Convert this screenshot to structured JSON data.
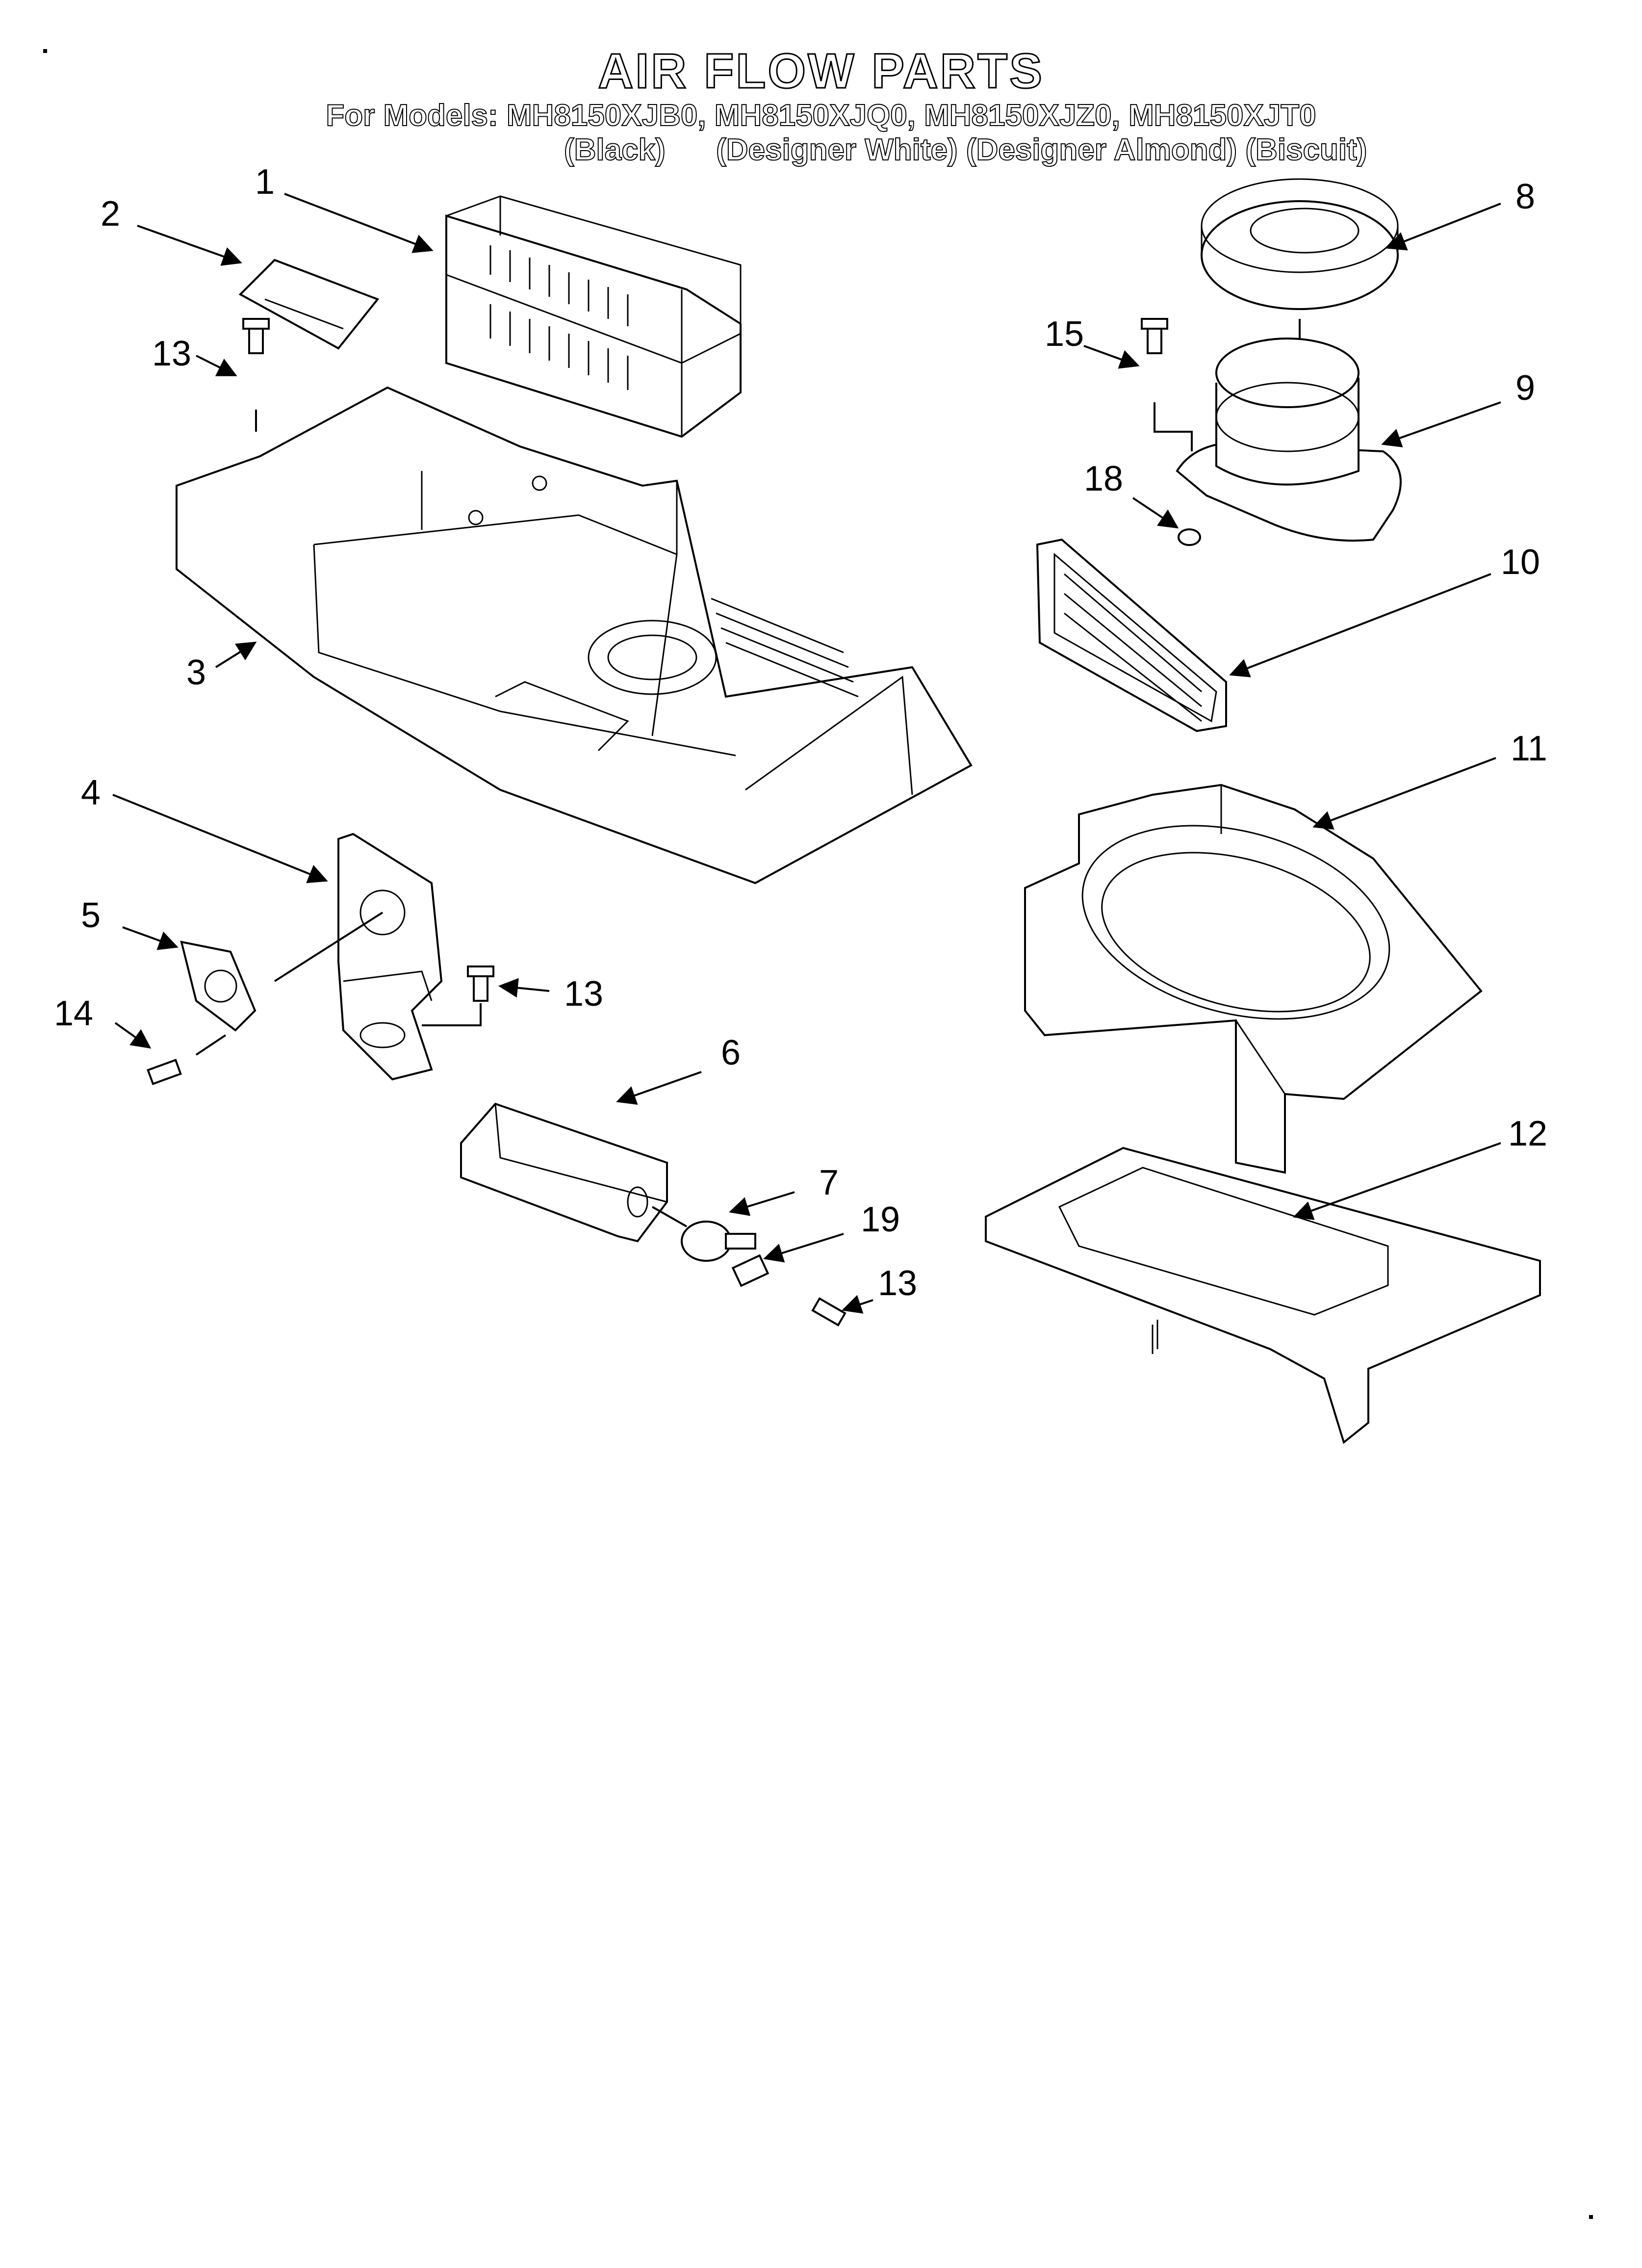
{
  "header": {
    "title": "AIR FLOW PARTS",
    "models": "For Models: MH8150XJB0, MH8150XJQ0, MH8150XJZ0, MH8150XJT0",
    "variants": "(Black)      (Designer White) (Designer Almond) (Biscuit)"
  },
  "callouts": {
    "c1": "1",
    "c2": "2",
    "c3": "3",
    "c4": "4",
    "c5": "5",
    "c6": "6",
    "c7": "7",
    "c8": "8",
    "c9": "9",
    "c10": "10",
    "c11": "11",
    "c12": "12",
    "c13a": "13",
    "c13b": "13",
    "c13c": "13",
    "c14": "14",
    "c15": "15",
    "c18": "18",
    "c19": "19"
  }
}
